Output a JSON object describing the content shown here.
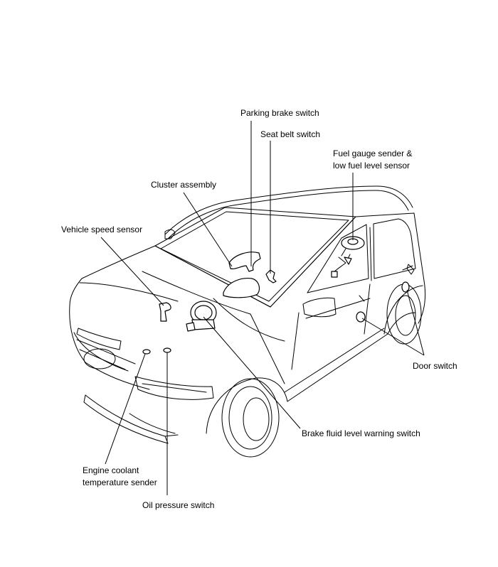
{
  "diagram": {
    "labels": {
      "parking_brake_switch": "Parking brake switch",
      "seat_belt_switch": "Seat belt switch",
      "fuel_gauge_line1": "Fuel gauge sender &",
      "fuel_gauge_line2": "low fuel level sensor",
      "cluster_assembly": "Cluster assembly",
      "vehicle_speed_sensor": "Vehicle speed sensor",
      "door_switch": "Door switch",
      "brake_fluid_switch": "Brake fluid level warning switch",
      "coolant_line1": "Engine coolant",
      "coolant_line2": "temperature sender",
      "oil_pressure_switch": "Oil pressure switch"
    }
  }
}
